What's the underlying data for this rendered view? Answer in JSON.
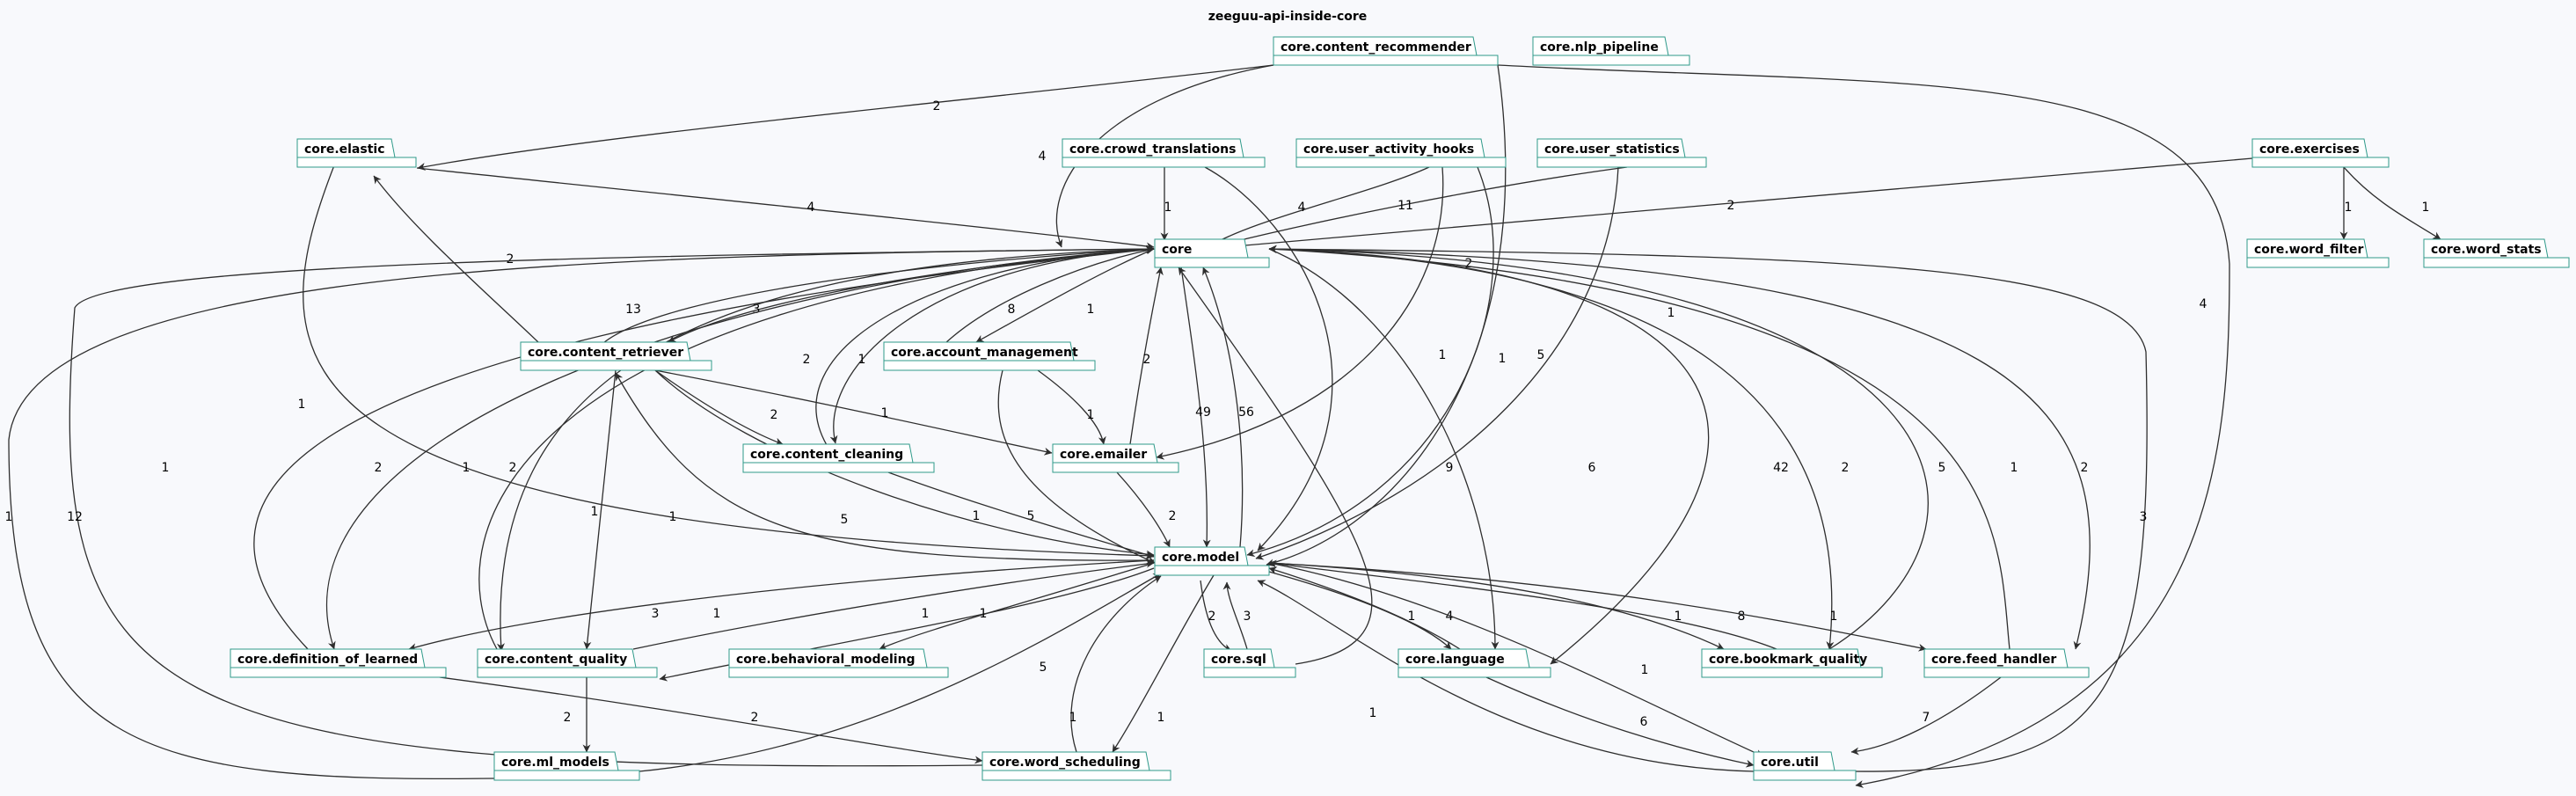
{
  "diagram": {
    "title": "zeeguu-api-inside-core",
    "colors": {
      "background": "#f8f9fc",
      "package_border": "#2f9a8a",
      "edge": "#2e2e2e"
    },
    "packages": [
      {
        "id": "content_recommender",
        "label": "core.content_recommender"
      },
      {
        "id": "nlp_pipeline",
        "label": "core.nlp_pipeline"
      },
      {
        "id": "elastic",
        "label": "core.elastic"
      },
      {
        "id": "crowd_translations",
        "label": "core.crowd_translations"
      },
      {
        "id": "user_activity_hooks",
        "label": "core.user_activity_hooks"
      },
      {
        "id": "user_statistics",
        "label": "core.user_statistics"
      },
      {
        "id": "exercises",
        "label": "core.exercises"
      },
      {
        "id": "core",
        "label": "core"
      },
      {
        "id": "word_filter",
        "label": "core.word_filter"
      },
      {
        "id": "word_stats",
        "label": "core.word_stats"
      },
      {
        "id": "content_retriever",
        "label": "core.content_retriever"
      },
      {
        "id": "account_management",
        "label": "core.account_management"
      },
      {
        "id": "content_cleaning",
        "label": "core.content_cleaning"
      },
      {
        "id": "emailer",
        "label": "core.emailer"
      },
      {
        "id": "model",
        "label": "core.model"
      },
      {
        "id": "definition_of_learned",
        "label": "core.definition_of_learned"
      },
      {
        "id": "content_quality",
        "label": "core.content_quality"
      },
      {
        "id": "behavioral_modeling",
        "label": "core.behavioral_modeling"
      },
      {
        "id": "sql",
        "label": "core.sql"
      },
      {
        "id": "language",
        "label": "core.language"
      },
      {
        "id": "bookmark_quality",
        "label": "core.bookmark_quality"
      },
      {
        "id": "feed_handler",
        "label": "core.feed_handler"
      },
      {
        "id": "ml_models",
        "label": "core.ml_models"
      },
      {
        "id": "word_scheduling",
        "label": "core.word_scheduling"
      },
      {
        "id": "util",
        "label": "core.util"
      }
    ],
    "edges": [
      {
        "id": "e01",
        "label": "2"
      },
      {
        "id": "e02",
        "label": "4"
      },
      {
        "id": "e03",
        "label": "1"
      },
      {
        "id": "e04",
        "label": "1"
      },
      {
        "id": "e05",
        "label": "4"
      },
      {
        "id": "e06",
        "label": "1"
      },
      {
        "id": "e07",
        "label": "4"
      },
      {
        "id": "e08",
        "label": "2"
      },
      {
        "id": "e09",
        "label": "1"
      },
      {
        "id": "e10",
        "label": "11"
      },
      {
        "id": "e11",
        "label": "5"
      },
      {
        "id": "e12",
        "label": "2"
      },
      {
        "id": "e13",
        "label": "1"
      },
      {
        "id": "e14",
        "label": "1"
      },
      {
        "id": "e15",
        "label": "4"
      },
      {
        "id": "e16",
        "label": "1"
      },
      {
        "id": "e17",
        "label": "2"
      },
      {
        "id": "e18",
        "label": "13"
      },
      {
        "id": "e19",
        "label": "3"
      },
      {
        "id": "e20",
        "label": "2"
      },
      {
        "id": "e21",
        "label": "1"
      },
      {
        "id": "e22",
        "label": "1"
      },
      {
        "id": "e23",
        "label": "5"
      },
      {
        "id": "e24",
        "label": "1"
      },
      {
        "id": "e25",
        "label": "8"
      },
      {
        "id": "e26",
        "label": "1"
      },
      {
        "id": "e27",
        "label": "1"
      },
      {
        "id": "e28",
        "label": "5"
      },
      {
        "id": "e29",
        "label": "2"
      },
      {
        "id": "e30",
        "label": "1"
      },
      {
        "id": "e31",
        "label": "2"
      },
      {
        "id": "e32",
        "label": "1"
      },
      {
        "id": "e33",
        "label": "2"
      },
      {
        "id": "e34",
        "label": "49"
      },
      {
        "id": "e35",
        "label": "56"
      },
      {
        "id": "e36",
        "label": "2"
      },
      {
        "id": "e37",
        "label": "1"
      },
      {
        "id": "e38",
        "label": "2"
      },
      {
        "id": "e39",
        "label": "1"
      },
      {
        "id": "e40",
        "label": "12"
      },
      {
        "id": "e41",
        "label": "9"
      },
      {
        "id": "e42",
        "label": "6"
      },
      {
        "id": "e43",
        "label": "42"
      },
      {
        "id": "e44",
        "label": "2"
      },
      {
        "id": "e45",
        "label": "5"
      },
      {
        "id": "e46",
        "label": "1"
      },
      {
        "id": "e47",
        "label": "2"
      },
      {
        "id": "e48",
        "label": "3"
      },
      {
        "id": "e49",
        "label": "3"
      },
      {
        "id": "e50",
        "label": "1"
      },
      {
        "id": "e51",
        "label": "1"
      },
      {
        "id": "e52",
        "label": "1"
      },
      {
        "id": "e53",
        "label": "2"
      },
      {
        "id": "e54",
        "label": "2"
      },
      {
        "id": "e55",
        "label": "2"
      },
      {
        "id": "e56",
        "label": "3"
      },
      {
        "id": "e57",
        "label": "1"
      },
      {
        "id": "e58",
        "label": "4"
      },
      {
        "id": "e59",
        "label": "1"
      },
      {
        "id": "e60",
        "label": "8"
      },
      {
        "id": "e61",
        "label": "1"
      },
      {
        "id": "e62",
        "label": "1"
      },
      {
        "id": "e63",
        "label": "6"
      },
      {
        "id": "e64",
        "label": "7"
      },
      {
        "id": "e65",
        "label": "1"
      },
      {
        "id": "e66",
        "label": "1"
      },
      {
        "id": "e67",
        "label": "1"
      },
      {
        "id": "e68",
        "label": "5"
      },
      {
        "id": "e69",
        "label": "1"
      }
    ]
  }
}
